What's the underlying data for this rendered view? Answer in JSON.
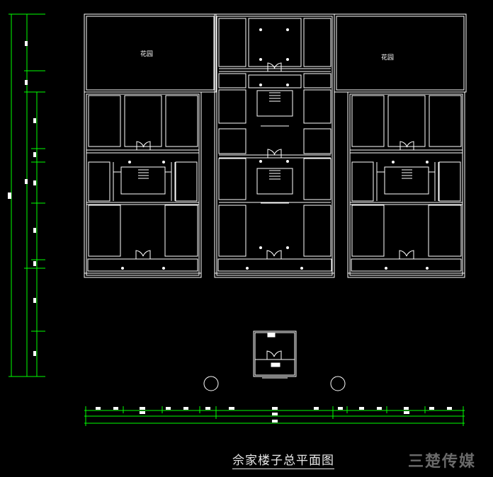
{
  "title": "佘家楼子总平面图",
  "watermark": "三楚传媒",
  "garden_labels": [
    "花园",
    "花园"
  ],
  "colors": {
    "background": "#000000",
    "walls": "#ffffff",
    "dimension_lines": "#00ff00"
  }
}
